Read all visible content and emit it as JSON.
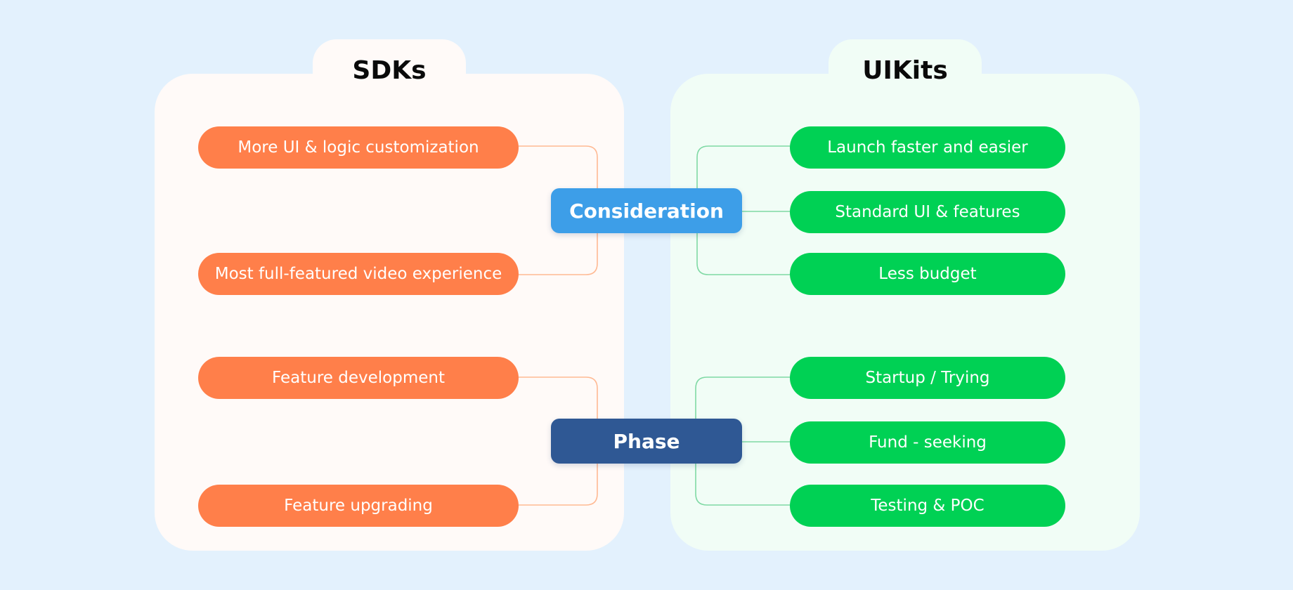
{
  "sdks": {
    "title": "SDKs",
    "items": [
      "More UI & logic customization",
      "Most full-featured video experience",
      "Feature development",
      "Feature upgrading"
    ]
  },
  "uikits": {
    "title": "UIKits",
    "items": [
      "Launch faster and easier",
      "Standard UI & features",
      "Less budget",
      "Startup / Trying",
      "Fund - seeking",
      "Testing & POC"
    ]
  },
  "hubs": {
    "consideration": "Consideration",
    "phase": "Phase"
  },
  "colors": {
    "background": "#e3f1fd",
    "sdk_pill": "#ff7f4a",
    "uikit_pill": "#00d154",
    "consideration_hub": "#3d9ee8",
    "phase_hub": "#2f5894",
    "sdk_connector": "#ffb993",
    "uikit_connector": "#7fd9a4"
  }
}
